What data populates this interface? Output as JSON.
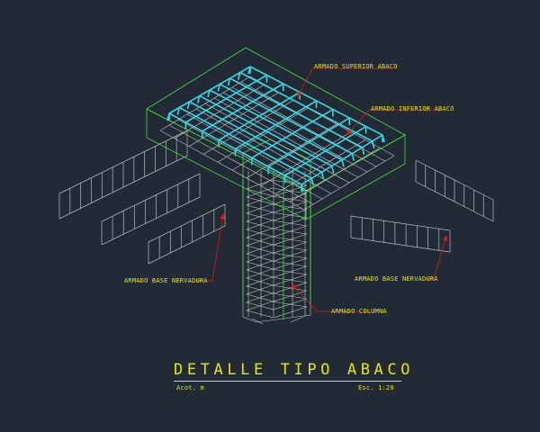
{
  "drawing": {
    "title": "DETALLE TIPO ABACO",
    "units_note": "Acot. m",
    "scale_note": "Esc. 1:20"
  },
  "labels": {
    "top_slab_rebar": "ARMADO SUPERIOR ABACO",
    "bottom_slab_rebar": "ARMADO INFERIOR ABACO",
    "rib_base_rebar_left": "ARMADO BASE NERVADURA",
    "rib_base_rebar_right": "ARMADO BASE NERVADURA",
    "column_rebar": "ARMADO COLUMNA"
  },
  "colors": {
    "background": "#222a35",
    "slab_outline": "#3fe23f",
    "top_rebar": "#36d6e6",
    "secondary_rebar": "#b9bcbf",
    "leaders": "#e01818",
    "text": "#e6e600"
  }
}
